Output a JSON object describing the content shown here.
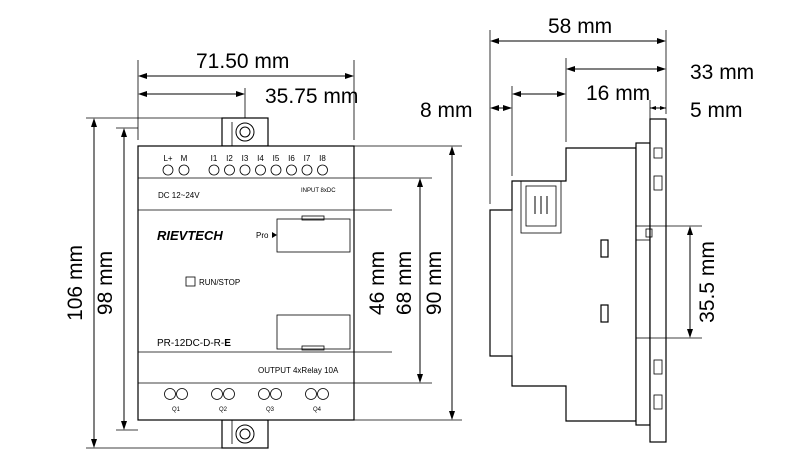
{
  "dimensions": {
    "front_width": "71.50 mm",
    "front_half_width": "35.75 mm",
    "total_height": "106 mm",
    "body_height": "98 mm",
    "front_inner_height": "46 mm",
    "mid_height": "68 mm",
    "outer_height": "90 mm",
    "side_depth": "58 mm",
    "side_depth_33": "33 mm",
    "side_depth_16": "16 mm",
    "side_depth_8": "8 mm",
    "side_depth_5": "5 mm",
    "rail_height": "35.5 mm"
  },
  "device": {
    "brand": "RIEVTECH",
    "model": "PR-12DC-D-R-",
    "model_suffix": "E",
    "supply": "DC 12~24V",
    "input_label": "INPUT 8xDC",
    "output_label": "OUTPUT  4xRelay 10A",
    "prog_label": "Pro",
    "runstop_label": "RUN/STOP",
    "power_terminals": [
      "L+",
      "M"
    ],
    "inputs": [
      "I1",
      "I2",
      "I3",
      "I4",
      "I5",
      "I6",
      "I7",
      "I8"
    ],
    "outputs": [
      "Q1",
      "Q2",
      "Q3",
      "Q4"
    ]
  }
}
